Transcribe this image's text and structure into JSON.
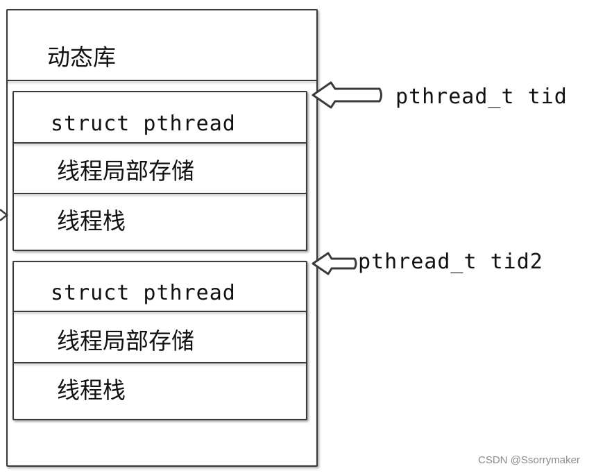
{
  "diagram": {
    "outer": {
      "title": "动态库"
    },
    "blocks": [
      {
        "struct_label": "struct pthread",
        "tls_label": "线程局部存储",
        "stack_label": "线程栈",
        "pointer_label": "pthread_t tid"
      },
      {
        "struct_label": "struct pthread",
        "tls_label": "线程局部存储",
        "stack_label": "线程栈",
        "pointer_label": "pthread_t tid2"
      }
    ]
  },
  "watermark": "CSDN @Ssorrymaker"
}
